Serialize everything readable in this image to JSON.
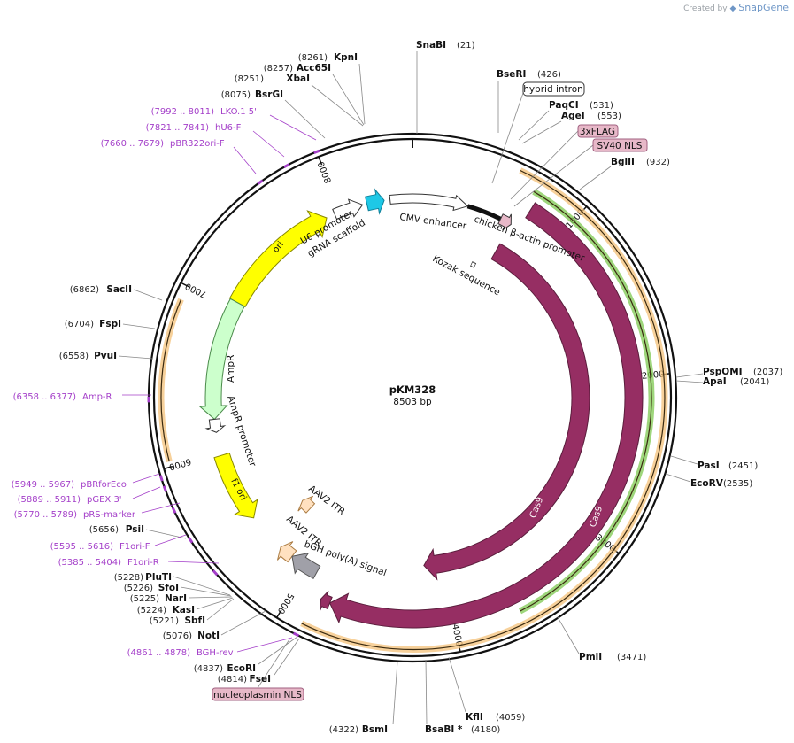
{
  "credit": {
    "prefix": "Created by",
    "brand": "SnapGene"
  },
  "plasmid": {
    "name": "pKM328",
    "length_label": "8503 bp",
    "length": 8503
  },
  "ticks": [
    "1000",
    "2000",
    "3000",
    "4000",
    "5000",
    "6000",
    "7000",
    "8000"
  ],
  "sites": [
    {
      "name": "SnaBI",
      "pos": "(21)"
    },
    {
      "name": "BseRI",
      "pos": "(426)"
    },
    {
      "name": "PaqCI",
      "pos": "(531)"
    },
    {
      "name": "AgeI",
      "pos": "(553)"
    },
    {
      "name": "BglII",
      "pos": "(932)"
    },
    {
      "name": "PspOMI",
      "pos": "(2037)"
    },
    {
      "name": "ApaI",
      "pos": "(2041)"
    },
    {
      "name": "PasI",
      "pos": "(2451)"
    },
    {
      "name": "EcoRV",
      "pos": "(2535)"
    },
    {
      "name": "PmlI",
      "pos": "(3471)"
    },
    {
      "name": "KflI",
      "pos": "(4059)"
    },
    {
      "name": "BsaBI *",
      "pos": "(4180)"
    },
    {
      "name": "BsmI",
      "pos": "(4322)"
    },
    {
      "name": "FseI",
      "pos": "(4814)"
    },
    {
      "name": "EcoRI",
      "pos": "(4837)"
    },
    {
      "name": "NotI",
      "pos": "(5076)"
    },
    {
      "name": "SbfI",
      "pos": "(5221)"
    },
    {
      "name": "KasI",
      "pos": "(5224)"
    },
    {
      "name": "NarI",
      "pos": "(5225)"
    },
    {
      "name": "SfoI",
      "pos": "(5226)"
    },
    {
      "name": "PluTI",
      "pos": "(5228)"
    },
    {
      "name": "PsiI",
      "pos": "(5656)"
    },
    {
      "name": "PvuI",
      "pos": "(6558)"
    },
    {
      "name": "FspI",
      "pos": "(6704)"
    },
    {
      "name": "SacII",
      "pos": "(6862)"
    },
    {
      "name": "BsrGI",
      "pos": "(8075)"
    },
    {
      "name": "XbaI",
      "pos": "(8251)"
    },
    {
      "name": "Acc65I",
      "pos": "(8257)"
    },
    {
      "name": "KpnI",
      "pos": "(8261)"
    }
  ],
  "primers": [
    {
      "name": "LKO.1 5'",
      "range": "(7992 .. 8011)"
    },
    {
      "name": "hU6-F",
      "range": "(7821 .. 7841)"
    },
    {
      "name": "pBR322ori-F",
      "range": "(7660 .. 7679)"
    },
    {
      "name": "Amp-R",
      "range": "(6358 .. 6377)"
    },
    {
      "name": "pBRforEco",
      "range": "(5949 .. 5967)"
    },
    {
      "name": "pGEX 3'",
      "range": "(5889 .. 5911)"
    },
    {
      "name": "pRS-marker",
      "range": "(5770 .. 5789)"
    },
    {
      "name": "F1ori-F",
      "range": "(5595 .. 5616)"
    },
    {
      "name": "F1ori-R",
      "range": "(5385 .. 5404)"
    },
    {
      "name": "BGH-rev",
      "range": "(4861 .. 4878)"
    }
  ],
  "boxed_features": [
    {
      "name": "hybrid intron",
      "fill": "#ffffff"
    },
    {
      "name": "3xFLAG",
      "fill": "#e7b8c8"
    },
    {
      "name": "SV40 NLS",
      "fill": "#e7b8c8"
    },
    {
      "name": "nucleoplasmin NLS",
      "fill": "#e7b8c8"
    }
  ],
  "features": {
    "cas9_inner": "Cas9",
    "cas9_outer": "Cas9",
    "ori": "ori",
    "f1ori": "f1 ori",
    "ampr": "AmpR",
    "ampr_promoter": "AmpR promoter",
    "u6": "U6 promoter",
    "grna": "gRNA scaffold",
    "chicken": "chicken β-actin promoter",
    "cmv": "CMV enhancer",
    "kozak": "Kozak sequence",
    "aav_itr_1": "AAV2 ITR",
    "aav_itr_2": "AAV2 ITR",
    "bgh": "bGH poly(A) signal"
  },
  "colors": {
    "cas9": "#962e63",
    "ori": "#ffff00",
    "ampr": "#ccffcc",
    "u6": "#ffffff",
    "grna": "#1ec8e6",
    "primer": "#a43fc9",
    "orf_band": "#f4c27a",
    "green_band": "#7ec850",
    "itr": "#ffe1c0",
    "bgh": "#a0a0a8"
  }
}
